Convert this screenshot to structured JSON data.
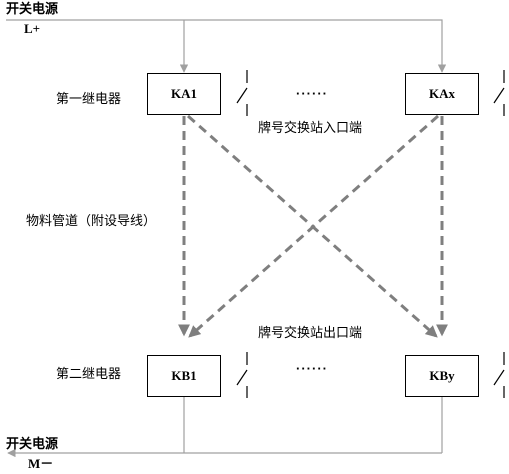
{
  "power_top": {
    "title": "开关电源",
    "terminal": "L+"
  },
  "power_bottom": {
    "title": "开关电源",
    "terminal": "M－"
  },
  "relays": {
    "first_label": "第一继电器",
    "second_label": "第二继电器",
    "ka1": "KA1",
    "kax": "KAx",
    "kb1": "KB1",
    "kby": "KBy",
    "ellipsis": "······"
  },
  "stations": {
    "entry": "牌号交换站入口端",
    "exit": "牌号交换站出口端"
  },
  "pipeline_label": "物料管道（附设导线）",
  "colors": {
    "wire": "#a0a0a0",
    "dashed": "#7f7f7f",
    "box_border": "#000000"
  }
}
